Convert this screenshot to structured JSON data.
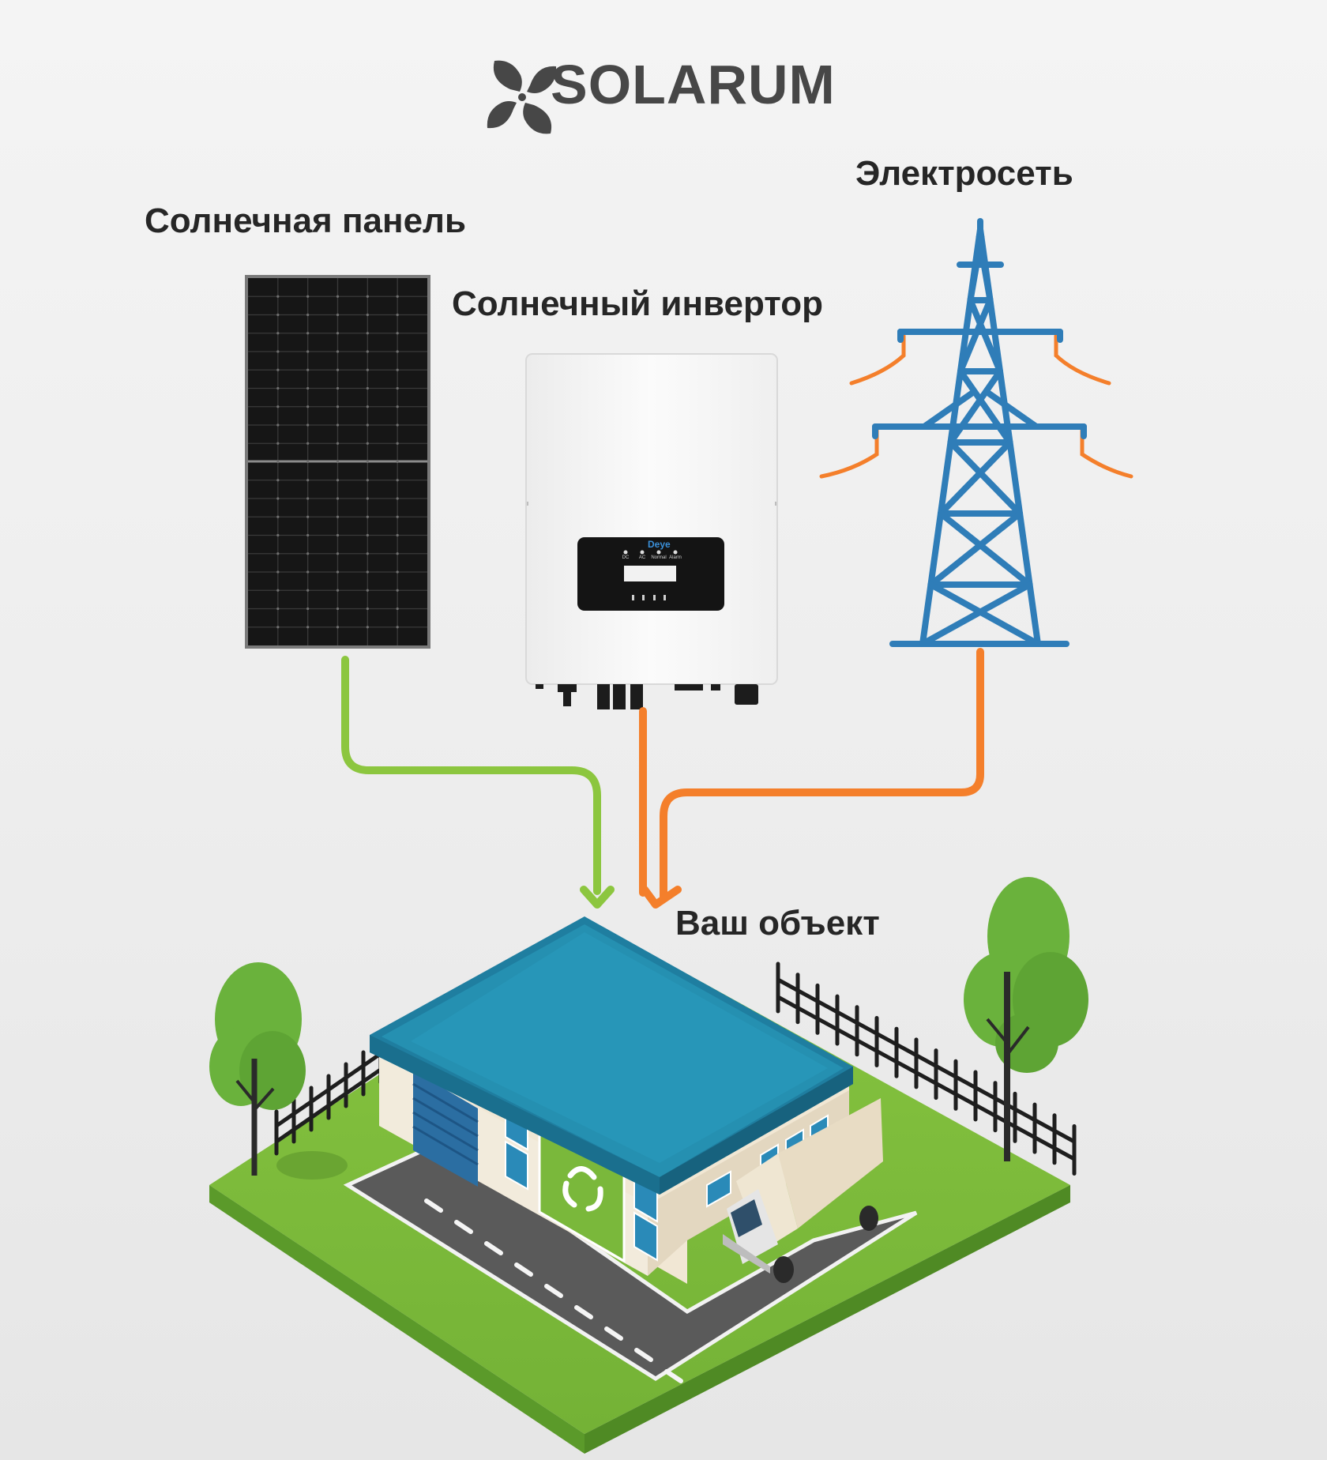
{
  "logo": {
    "text": "SOLARUM",
    "icon": "solarum-leaf-logo-icon",
    "color": "#474747"
  },
  "labels": {
    "solar_panel": "Солнечная панель",
    "inverter": "Солнечный инвертор",
    "grid": "Электросеть",
    "object": "Ваш объект"
  },
  "inverter": {
    "brand": "Deye",
    "indicators": [
      "DC",
      "AC",
      "Normal",
      "Alarm"
    ]
  },
  "colors": {
    "solar_flow": "#8cc63f",
    "grid_flow": "#f47f2b",
    "tower": "#2f7db8",
    "roof": "#2590b1",
    "lawn": "#7cb83a"
  }
}
